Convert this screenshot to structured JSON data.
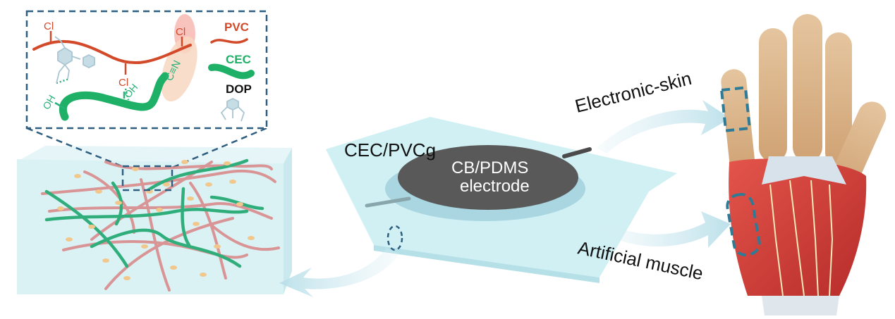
{
  "inset": {
    "label_cl": "Cl",
    "label_oh": "OH",
    "label_cn": "C≡N",
    "legend": {
      "pvc": "PVC",
      "cec": "CEC",
      "dop": "DOP"
    }
  },
  "device": {
    "gel_label": "CEC/PVCg",
    "electrode_label_line1": "CB/PDMS",
    "electrode_label_line2": "electrode"
  },
  "applications": {
    "top": "Electronic-skin",
    "bottom": "Artificial muscle"
  },
  "colors": {
    "pvc": "#d24a2a",
    "cec": "#2bb07a",
    "dop": "#a9c6d2",
    "gel": "#cdeff2",
    "electrode": "#555555",
    "accent_dashed": "#2f5f80"
  }
}
